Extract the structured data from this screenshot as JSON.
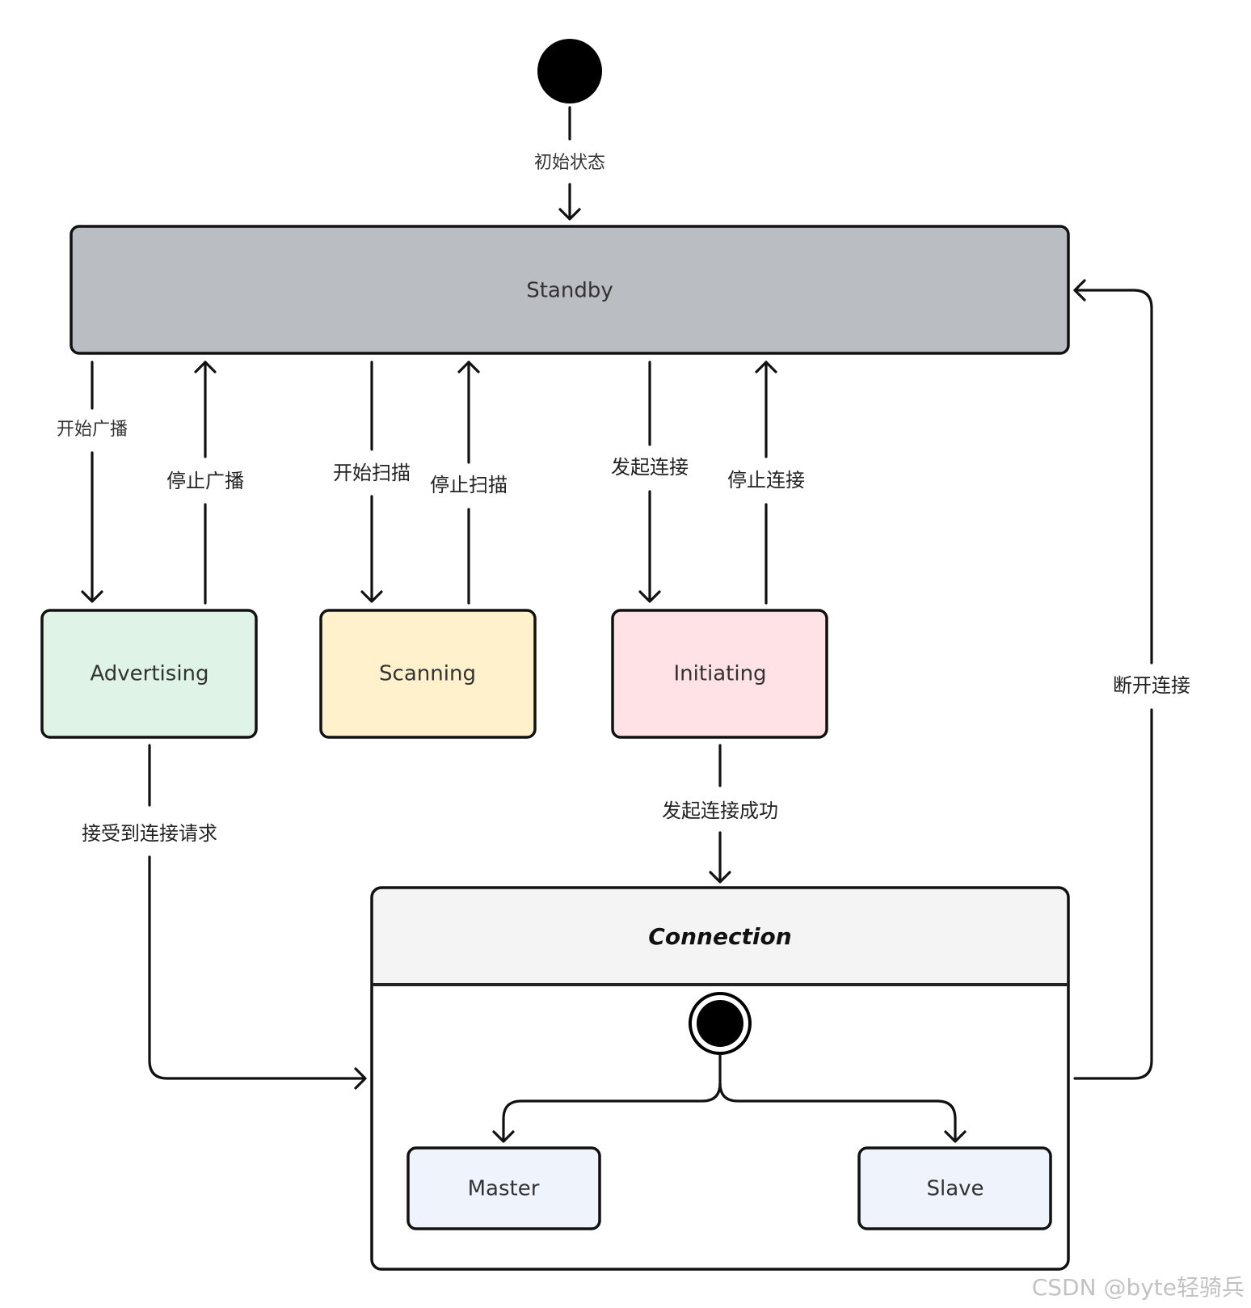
{
  "states": {
    "standby": "Standby",
    "advertising": "Advertising",
    "scanning": "Scanning",
    "initiating": "Initiating",
    "connection": "Connection",
    "master": "Master",
    "slave": "Slave"
  },
  "transitions": {
    "initial": "初始状态",
    "start_advertising": "开始广播",
    "stop_advertising": "停止广播",
    "start_scanning": "开始扫描",
    "stop_scanning": "停止扫描",
    "initiate_connection": "发起连接",
    "stop_connection": "停止连接",
    "connection_request_received": "接受到连接请求",
    "initiate_connection_success": "发起连接成功",
    "disconnect": "断开连接"
  },
  "colors": {
    "standby": "#babdc1",
    "advertising": "#dff4e6",
    "scanning": "#fff1cc",
    "initiating": "#ffe2e5",
    "connection_header": "#f4f4f4",
    "substate": "#eef3fc",
    "standby_text": "#ffffff"
  },
  "watermark": "CSDN @byte轻骑兵"
}
